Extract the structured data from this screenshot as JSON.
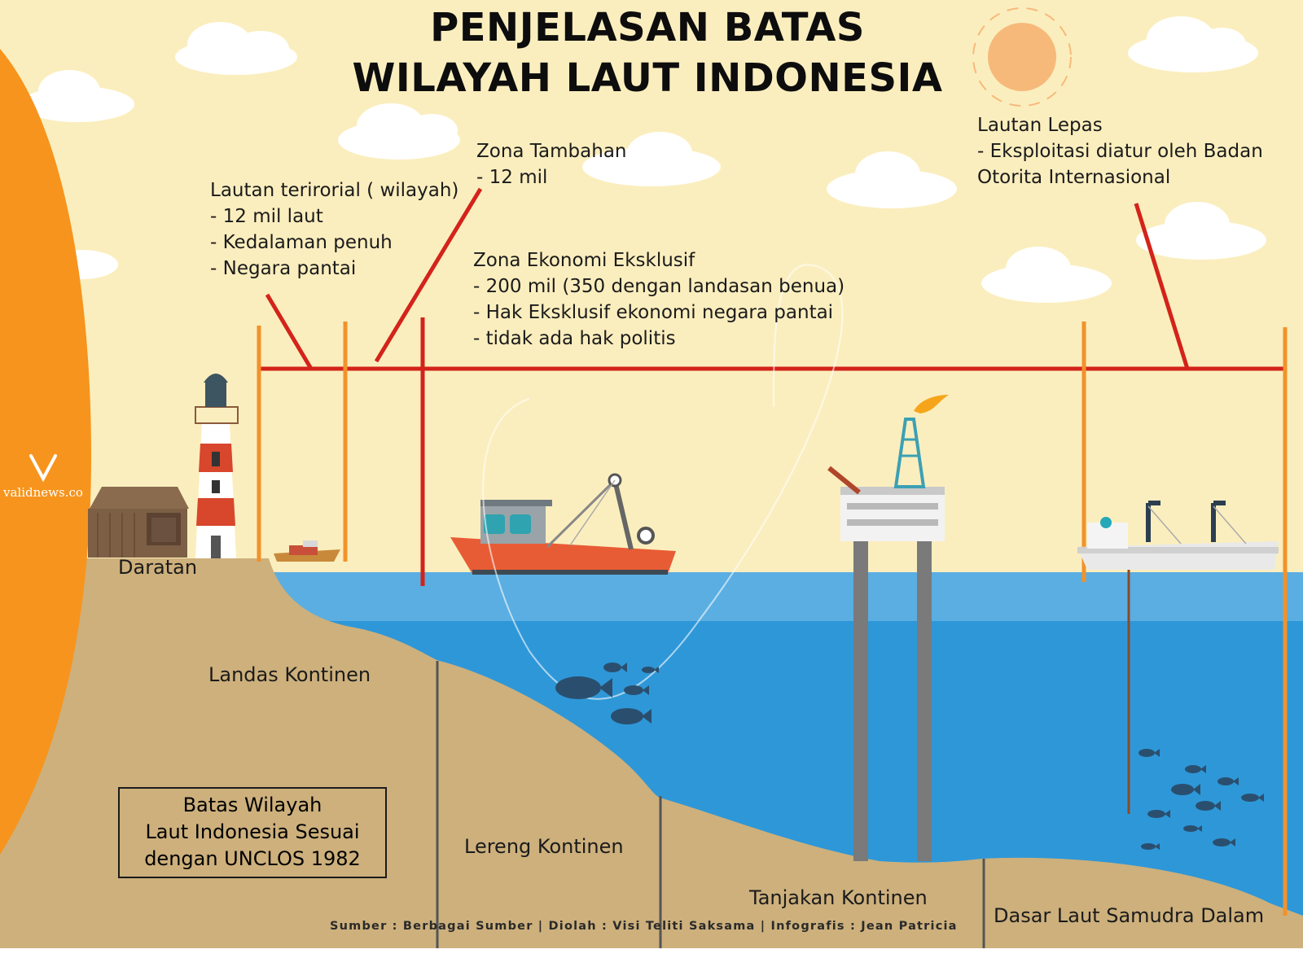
{
  "title": {
    "line1": "PENJELASAN BATAS",
    "line2": "WILAYAH LAUT INDONESIA"
  },
  "zones": {
    "territorial": {
      "heading": "Lautan terirorial ( wilayah)",
      "points": [
        "- 12 mil laut",
        "- Kedalaman penuh",
        "- Negara pantai"
      ]
    },
    "contiguous": {
      "heading": "Zona Tambahan",
      "points": [
        "- 12 mil"
      ]
    },
    "eez": {
      "heading": "Zona Ekonomi Eksklusif",
      "points": [
        "- 200 mil (350 dengan landasan benua)",
        "- Hak Eksklusif ekonomi negara pantai",
        "- tidak ada hak politis"
      ]
    },
    "high_seas": {
      "heading": "Lautan Lepas",
      "points": [
        "- Eksploitasi diatur oleh Badan",
        "Otorita Internasional"
      ]
    }
  },
  "seabed_labels": {
    "land": "Daratan",
    "shelf": "Landas Kontinen",
    "slope": "Lereng Kontinen",
    "rise": "Tanjakan Kontinen",
    "abyss": "Dasar Laut Samudra Dalam"
  },
  "note_box": [
    "Batas Wilayah",
    "Laut Indonesia Sesuai",
    "dengan UNCLOS 1982"
  ],
  "credits": "Sumber : Berbagai Sumber  |  Diolah : Visi Teliti Saksama  |  Infografis : Jean Patricia",
  "logo": "validnews.co",
  "colors": {
    "sky": "#fbeebe",
    "sea": "#2e97d8",
    "sand": "#cdb07c",
    "boundary_red": "#d3231a",
    "boundary_orange": "#f2922a",
    "side_orange": "#f7941d",
    "sun": "#f7b97a"
  },
  "icons": [
    "lighthouse-icon",
    "wooden-house-icon",
    "small-boat-icon",
    "fishing-trawler-icon",
    "oil-rig-icon",
    "research-ship-icon",
    "fish-icon",
    "sun-icon",
    "cloud-icon",
    "logo-v-icon"
  ]
}
